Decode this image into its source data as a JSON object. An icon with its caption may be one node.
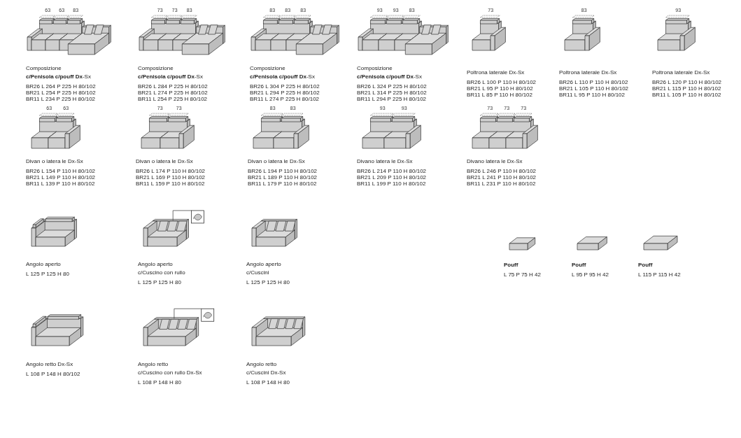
{
  "diagram": {
    "nodes": [
      {
        "text": [
          "Composizione",
          "**c/Penisola c/pouff Dx**-Sx",
          "BR26 L 264 P 225 H 80/102",
          "BR21 L 254 P 225 H 80/102",
          "BR11 L 234 P 225 H 80/102"
        ],
        "beside": [
          "63",
          "63",
          "83"
        ]
      },
      {
        "text": [
          "Composizione",
          "**c/Penisola c/pouff Dx**-Sx",
          "BR26 L 284 P 225 H 80/102",
          "BR21 L 274 P 225 H 80/102",
          "BR11 L 254 P 225 H 80/102"
        ],
        "beside": [
          "73",
          "73",
          "83"
        ]
      },
      {
        "text": [
          "Composizione",
          "**c/Penisola c/pouff Dx**-Sx",
          "BR26 L 304 P 225 H 80/102",
          "BR21 L 294 P 225 H 80/102",
          "BR11 L 274 P 225 H 80/102"
        ],
        "beside": [
          "83",
          "83",
          "83"
        ]
      },
      {
        "text": [
          "Composizione",
          "**c/Penisola c/pouff Dx**-Sx",
          "BR26 L 324 P 225 H 80/102",
          "BR21 L 314 P 225 H 80/102",
          "BR11 L 294 P 225 H 80/102"
        ],
        "beside": [
          "93",
          "93",
          "83"
        ]
      },
      {
        "text": [
          "Poltrona laterale Dx-Sx",
          "BR26 L 100 P 110 H 80/102",
          "BR21 L 95 P 110 H 80/102",
          "BR11 L 85 P 110 H 80/102"
        ],
        "beside": [
          "73"
        ]
      },
      {
        "text": [
          "Poltrona laterale Dx-Sx",
          "BR26 L 110 P 110 H 80/102",
          "BR21 L 105 P 110 H 80/102",
          "BR11 L 95 P 110 H 80/102"
        ],
        "beside": [
          "83"
        ]
      },
      {
        "text": [
          "Poltrona laterale Dx-Sx",
          "BR26 L 120 P 110 H 80/102",
          "BR21 L 115 P 110 H 80/102",
          "BR11 L 105 P 110 H 80/102"
        ],
        "beside": [
          "93"
        ]
      },
      {
        "text": [
          "Divan o latera le Dx-Sx",
          "BR26 L 154 P 110 H 80/102",
          "BR21 L 149 P 110 H 80/102",
          "BR11 L 139 P 110 H 80/102"
        ],
        "beside": [
          "63",
          "63"
        ]
      },
      {
        "text": [
          "Divan o latera le Dx-Sx",
          "BR26 L 174 P 110 H 80/102",
          "BR21 L 169 P 110 H 80/102",
          "BR11 L 159 P 110 H 80/102"
        ],
        "beside": [
          "73",
          "73"
        ]
      },
      {
        "text": [
          "Divan o latera le Dx-Sx",
          "BR26 L 194 P 110 H 80/102",
          "BR21 L 189 P 110 H 80/102",
          "BR11 L 179 P 110 H 80/102"
        ],
        "beside": [
          "83",
          "83"
        ]
      },
      {
        "text": [
          "Divano latera le Dx-Sx",
          "BR26 L 214 P 110 H 80/102",
          "BR21 L 209 P 110 H 80/102",
          "BR11 L 199 P 110 H 80/102"
        ],
        "beside": [
          "93",
          "93"
        ]
      },
      {
        "text": [
          "Divano latera le Dx-Sx",
          "BR26 L 246 P 110 H 80/102",
          "BR21 L 241 P 110 H 80/102",
          "BR11 L 231 P 110 H 80/102"
        ],
        "beside": [
          "73",
          "73",
          "73"
        ]
      },
      {
        "text": [
          "Angolo aperto",
          "L 125 P 125 H 80"
        ]
      },
      {
        "text": [
          "Angolo aperto",
          "c/Cuscino con rullo",
          "L 125 P 125 H 80"
        ]
      },
      {
        "text": [
          "Angolo aperto",
          "c/Cuscini",
          "L 125 P 125 H 80"
        ]
      },
      {
        "text": [
          "Pouff",
          "L 75 P 75 H 42"
        ]
      },
      {
        "text": [
          "Pouff",
          "L 95 P 95 H 42"
        ]
      },
      {
        "text": [
          "Pouff",
          "L 115 P 115 H 42"
        ]
      },
      {
        "text": [
          "Angolo retto Dx-Sx",
          "L 108 P 148 H 80/102"
        ]
      },
      {
        "text": [
          "Angolo retto",
          "c/Cuscino con rullo Dx-Sx",
          "L 108 P 148 H 80"
        ]
      },
      {
        "text": [
          "Angolo retto",
          "c/Cuscini Dx-Sx",
          "L 108 P 148 H 80"
        ]
      }
    ]
  }
}
